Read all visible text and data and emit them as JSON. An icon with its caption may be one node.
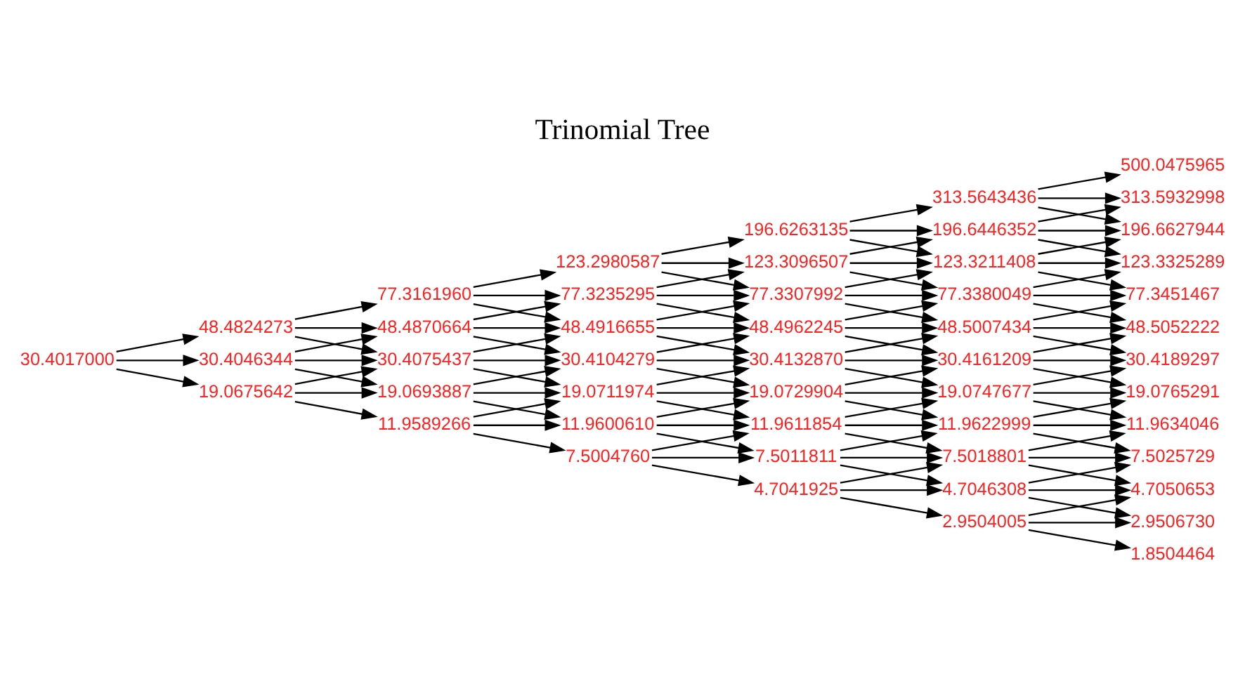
{
  "diagram": {
    "title": "Trinomial Tree",
    "nodes": [
      {
        "text": [
          "30.4017000"
        ]
      },
      {
        "text": [
          "48.4824273"
        ]
      },
      {
        "text": [
          "30.4046344"
        ]
      },
      {
        "text": [
          "19.0675642"
        ]
      },
      {
        "text": [
          "77.3161960"
        ]
      },
      {
        "text": [
          "48.4870664"
        ]
      },
      {
        "text": [
          "30.4075437"
        ]
      },
      {
        "text": [
          "19.0693887"
        ]
      },
      {
        "text": [
          "11.9589266"
        ]
      },
      {
        "text": [
          "123.2980587"
        ]
      },
      {
        "text": [
          "77.3235295"
        ]
      },
      {
        "text": [
          "48.4916655"
        ]
      },
      {
        "text": [
          "30.4104279"
        ]
      },
      {
        "text": [
          "19.0711974"
        ]
      },
      {
        "text": [
          "11.9600610"
        ]
      },
      {
        "text": [
          "7.5004760"
        ]
      },
      {
        "text": [
          "196.6263135"
        ]
      },
      {
        "text": [
          "123.3096507"
        ]
      },
      {
        "text": [
          "77.3307992"
        ]
      },
      {
        "text": [
          "48.4962245"
        ]
      },
      {
        "text": [
          "30.4132870"
        ]
      },
      {
        "text": [
          "19.0729904"
        ]
      },
      {
        "text": [
          "11.9611854"
        ]
      },
      {
        "text": [
          "7.5011811"
        ]
      },
      {
        "text": [
          "4.7041925"
        ]
      },
      {
        "text": [
          "313.5643436"
        ]
      },
      {
        "text": [
          "196.6446352"
        ]
      },
      {
        "text": [
          "123.3211408"
        ]
      },
      {
        "text": [
          "77.3380049"
        ]
      },
      {
        "text": [
          "48.5007434"
        ]
      },
      {
        "text": [
          "30.4161209"
        ]
      },
      {
        "text": [
          "19.0747677"
        ]
      },
      {
        "text": [
          "11.9622999"
        ]
      },
      {
        "text": [
          "7.5018801"
        ]
      },
      {
        "text": [
          "4.7046308"
        ]
      },
      {
        "text": [
          "2.9504005"
        ]
      },
      {
        "text": [
          "500.0475965"
        ]
      },
      {
        "text": [
          "313.5932998"
        ]
      },
      {
        "text": [
          "196.6627944"
        ]
      },
      {
        "text": [
          "123.3325289"
        ]
      },
      {
        "text": [
          "77.3451467"
        ]
      },
      {
        "text": [
          "48.5052222"
        ]
      },
      {
        "text": [
          "30.4189297"
        ]
      },
      {
        "text": [
          "19.0765291"
        ]
      },
      {
        "text": [
          "11.9634046"
        ]
      },
      {
        "text": [
          "7.5025729"
        ]
      },
      {
        "text": [
          "4.7050653"
        ]
      },
      {
        "text": [
          "2.9506730"
        ]
      },
      {
        "text": [
          "1.8504464"
        ]
      }
    ],
    "edges": [
      {
        "from": 0,
        "to": 1,
        "arrow": "to"
      },
      {
        "from": 0,
        "to": 2,
        "arrow": "to"
      },
      {
        "from": 0,
        "to": 3,
        "arrow": "to"
      },
      {
        "from": 1,
        "to": 4,
        "arrow": "to"
      },
      {
        "from": 1,
        "to": 5,
        "arrow": "to"
      },
      {
        "from": 1,
        "to": 6,
        "arrow": "to"
      },
      {
        "from": 2,
        "to": 5,
        "arrow": "to"
      },
      {
        "from": 2,
        "to": 6,
        "arrow": "to"
      },
      {
        "from": 2,
        "to": 7,
        "arrow": "to"
      },
      {
        "from": 3,
        "to": 6,
        "arrow": "to"
      },
      {
        "from": 3,
        "to": 7,
        "arrow": "to"
      },
      {
        "from": 3,
        "to": 8,
        "arrow": "to"
      },
      {
        "from": 4,
        "to": 9,
        "arrow": "to"
      },
      {
        "from": 4,
        "to": 10,
        "arrow": "to"
      },
      {
        "from": 4,
        "to": 11,
        "arrow": "to"
      },
      {
        "from": 5,
        "to": 10,
        "arrow": "to"
      },
      {
        "from": 5,
        "to": 11,
        "arrow": "to"
      },
      {
        "from": 5,
        "to": 12,
        "arrow": "to"
      },
      {
        "from": 6,
        "to": 11,
        "arrow": "to"
      },
      {
        "from": 6,
        "to": 12,
        "arrow": "to"
      },
      {
        "from": 6,
        "to": 13,
        "arrow": "to"
      },
      {
        "from": 7,
        "to": 12,
        "arrow": "to"
      },
      {
        "from": 7,
        "to": 13,
        "arrow": "to"
      },
      {
        "from": 7,
        "to": 14,
        "arrow": "to"
      },
      {
        "from": 8,
        "to": 13,
        "arrow": "to"
      },
      {
        "from": 8,
        "to": 14,
        "arrow": "to"
      },
      {
        "from": 8,
        "to": 15,
        "arrow": "to"
      },
      {
        "from": 9,
        "to": 16,
        "arrow": "to"
      },
      {
        "from": 9,
        "to": 17,
        "arrow": "to"
      },
      {
        "from": 9,
        "to": 18,
        "arrow": "to"
      },
      {
        "from": 10,
        "to": 17,
        "arrow": "to"
      },
      {
        "from": 10,
        "to": 18,
        "arrow": "to"
      },
      {
        "from": 10,
        "to": 19,
        "arrow": "to"
      },
      {
        "from": 11,
        "to": 18,
        "arrow": "to"
      },
      {
        "from": 11,
        "to": 19,
        "arrow": "to"
      },
      {
        "from": 11,
        "to": 20,
        "arrow": "to"
      },
      {
        "from": 12,
        "to": 19,
        "arrow": "to"
      },
      {
        "from": 12,
        "to": 20,
        "arrow": "to"
      },
      {
        "from": 12,
        "to": 21,
        "arrow": "to"
      },
      {
        "from": 13,
        "to": 20,
        "arrow": "to"
      },
      {
        "from": 13,
        "to": 21,
        "arrow": "to"
      },
      {
        "from": 13,
        "to": 22,
        "arrow": "to"
      },
      {
        "from": 14,
        "to": 21,
        "arrow": "to"
      },
      {
        "from": 14,
        "to": 22,
        "arrow": "to"
      },
      {
        "from": 14,
        "to": 23,
        "arrow": "to"
      },
      {
        "from": 15,
        "to": 22,
        "arrow": "to"
      },
      {
        "from": 15,
        "to": 23,
        "arrow": "to"
      },
      {
        "from": 15,
        "to": 24,
        "arrow": "to"
      },
      {
        "from": 16,
        "to": 25,
        "arrow": "to"
      },
      {
        "from": 16,
        "to": 26,
        "arrow": "to"
      },
      {
        "from": 16,
        "to": 27,
        "arrow": "to"
      },
      {
        "from": 17,
        "to": 26,
        "arrow": "to"
      },
      {
        "from": 17,
        "to": 27,
        "arrow": "to"
      },
      {
        "from": 17,
        "to": 28,
        "arrow": "to"
      },
      {
        "from": 18,
        "to": 27,
        "arrow": "to"
      },
      {
        "from": 18,
        "to": 28,
        "arrow": "to"
      },
      {
        "from": 18,
        "to": 29,
        "arrow": "to"
      },
      {
        "from": 19,
        "to": 28,
        "arrow": "to"
      },
      {
        "from": 19,
        "to": 29,
        "arrow": "to"
      },
      {
        "from": 19,
        "to": 30,
        "arrow": "to"
      },
      {
        "from": 20,
        "to": 29,
        "arrow": "to"
      },
      {
        "from": 20,
        "to": 30,
        "arrow": "to"
      },
      {
        "from": 20,
        "to": 31,
        "arrow": "to"
      },
      {
        "from": 21,
        "to": 30,
        "arrow": "to"
      },
      {
        "from": 21,
        "to": 31,
        "arrow": "to"
      },
      {
        "from": 21,
        "to": 32,
        "arrow": "to"
      },
      {
        "from": 22,
        "to": 31,
        "arrow": "to"
      },
      {
        "from": 22,
        "to": 32,
        "arrow": "to"
      },
      {
        "from": 22,
        "to": 33,
        "arrow": "to"
      },
      {
        "from": 23,
        "to": 32,
        "arrow": "to"
      },
      {
        "from": 23,
        "to": 33,
        "arrow": "to"
      },
      {
        "from": 23,
        "to": 34,
        "arrow": "to"
      },
      {
        "from": 24,
        "to": 33,
        "arrow": "to"
      },
      {
        "from": 24,
        "to": 34,
        "arrow": "to"
      },
      {
        "from": 24,
        "to": 35,
        "arrow": "to"
      },
      {
        "from": 25,
        "to": 36,
        "arrow": "to"
      },
      {
        "from": 25,
        "to": 37,
        "arrow": "to"
      },
      {
        "from": 25,
        "to": 38,
        "arrow": "to"
      },
      {
        "from": 26,
        "to": 37,
        "arrow": "to"
      },
      {
        "from": 26,
        "to": 38,
        "arrow": "to"
      },
      {
        "from": 26,
        "to": 39,
        "arrow": "to"
      },
      {
        "from": 27,
        "to": 38,
        "arrow": "to"
      },
      {
        "from": 27,
        "to": 39,
        "arrow": "to"
      },
      {
        "from": 27,
        "to": 40,
        "arrow": "to"
      },
      {
        "from": 28,
        "to": 39,
        "arrow": "to"
      },
      {
        "from": 28,
        "to": 40,
        "arrow": "to"
      },
      {
        "from": 28,
        "to": 41,
        "arrow": "to"
      },
      {
        "from": 29,
        "to": 40,
        "arrow": "to"
      },
      {
        "from": 29,
        "to": 41,
        "arrow": "to"
      },
      {
        "from": 29,
        "to": 42,
        "arrow": "to"
      },
      {
        "from": 30,
        "to": 41,
        "arrow": "to"
      },
      {
        "from": 30,
        "to": 42,
        "arrow": "to"
      },
      {
        "from": 30,
        "to": 43,
        "arrow": "to"
      },
      {
        "from": 31,
        "to": 42,
        "arrow": "to"
      },
      {
        "from": 31,
        "to": 43,
        "arrow": "to"
      },
      {
        "from": 31,
        "to": 44,
        "arrow": "to"
      },
      {
        "from": 32,
        "to": 43,
        "arrow": "to"
      },
      {
        "from": 32,
        "to": 44,
        "arrow": "to"
      },
      {
        "from": 32,
        "to": 45,
        "arrow": "to"
      },
      {
        "from": 33,
        "to": 44,
        "arrow": "to"
      },
      {
        "from": 33,
        "to": 45,
        "arrow": "to"
      },
      {
        "from": 33,
        "to": 46,
        "arrow": "to"
      },
      {
        "from": 34,
        "to": 45,
        "arrow": "to"
      },
      {
        "from": 34,
        "to": 46,
        "arrow": "to"
      },
      {
        "from": 34,
        "to": 47,
        "arrow": "to"
      },
      {
        "from": 35,
        "to": 46,
        "arrow": "to"
      },
      {
        "from": 35,
        "to": 47,
        "arrow": "to"
      },
      {
        "from": 35,
        "to": 48,
        "arrow": "to"
      }
    ]
  }
}
